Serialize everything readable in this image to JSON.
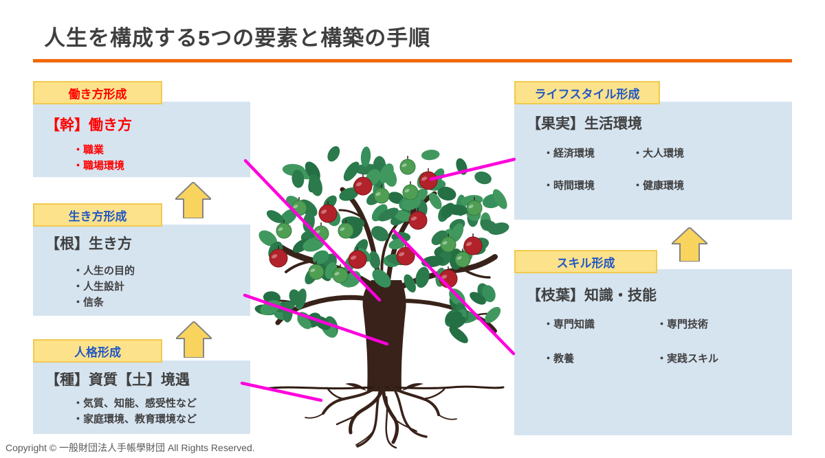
{
  "title": "人生を構成する5つの要素と構築の手順",
  "copyright": "Copyright © 一般財団法人手帳學財団 All Rights Reserved.",
  "colors": {
    "title_text": "#3F3F3F",
    "accent_orange": "#F2680A",
    "tab_fill": "#FCE28A",
    "tab_border": "#F1C94F",
    "tab_text_blue": "#2257C4",
    "tab_text_red": "#FF0000",
    "panel_fill": "#D6E4F0",
    "body_text": "#404040",
    "connector_magenta": "#FF00DC",
    "arrow_fill": "#F8D45F"
  },
  "left_boxes": [
    {
      "tab": "働き方形成",
      "heading": "【幹】働き方",
      "bullets": [
        "・職業",
        "・職場環境"
      ]
    },
    {
      "tab": "生き方形成",
      "heading": "【根】生き方",
      "bullets": [
        "・人生の目的",
        "・人生設計",
        "・信条"
      ]
    },
    {
      "tab": "人格形成",
      "heading": "【種】資質【土】境遇",
      "bullets": [
        "・気質、知能、感受性など",
        "・家庭環境、教育環境など"
      ]
    }
  ],
  "right_boxes": [
    {
      "tab": "ライフスタイル形成",
      "heading": "【果実】生活環境",
      "bullets": [
        "・経済環境",
        "・大人環境",
        "・時間環境",
        "・健康環境"
      ]
    },
    {
      "tab": "スキル形成",
      "heading": "【枝葉】知識・技能",
      "bullets": [
        "・専門知識",
        "・専門技術",
        "・教養",
        "・実践スキル"
      ]
    }
  ]
}
